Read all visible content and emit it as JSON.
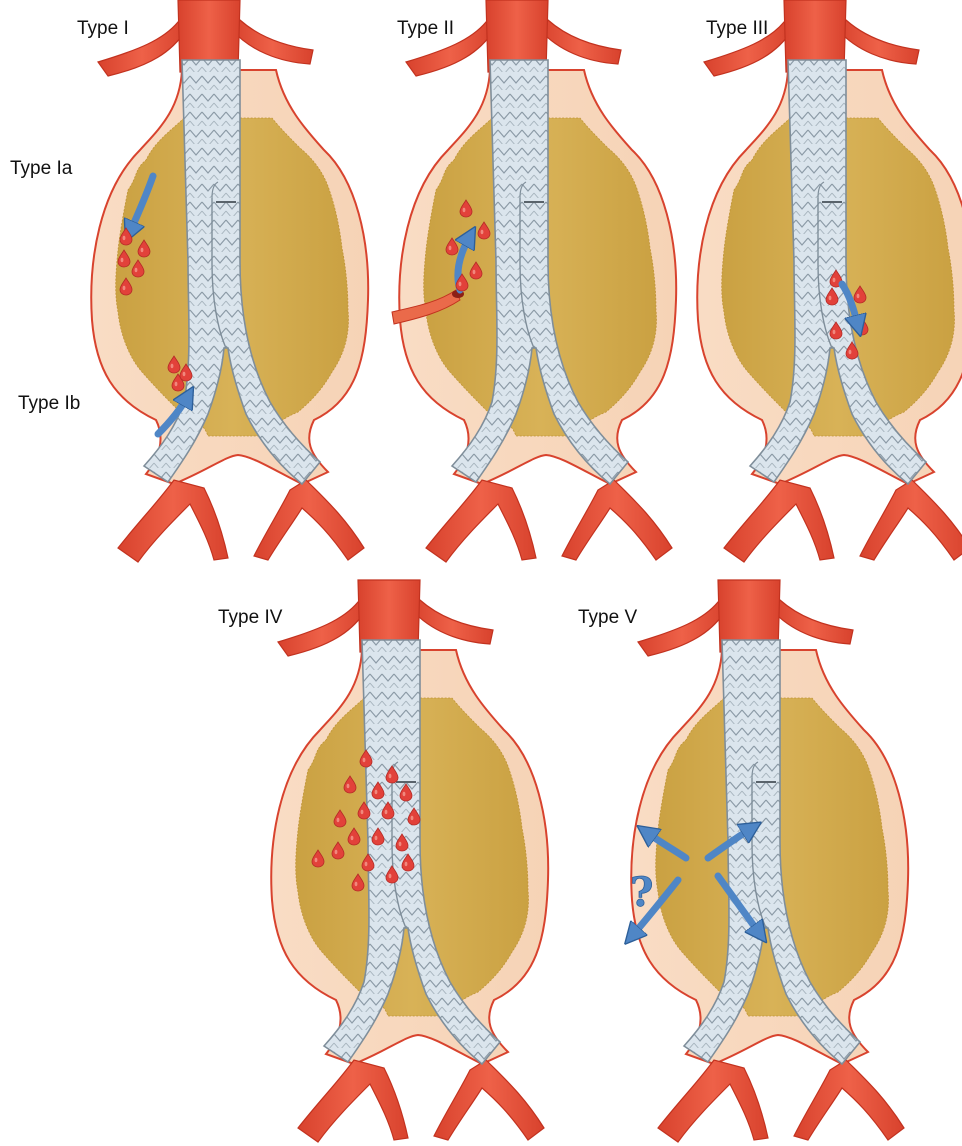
{
  "labels": {
    "type_i": "Type I",
    "type_ia": "Type Ia",
    "type_ib": "Type Ib",
    "type_ii": "Type II",
    "type_iii": "Type III",
    "type_iv": "Type IV",
    "type_v": "Type V",
    "question_mark": "?"
  },
  "colors": {
    "artery": "#e8503a",
    "artery_outline": "#c2321f",
    "sac_outer": "#f8d9c0",
    "thrombus": "#d4ab4a",
    "graft": "#d9e4ec",
    "graft_outline": "#8a99a5",
    "arrow": "#4f86c6",
    "blood_drop": "#e0403a"
  }
}
